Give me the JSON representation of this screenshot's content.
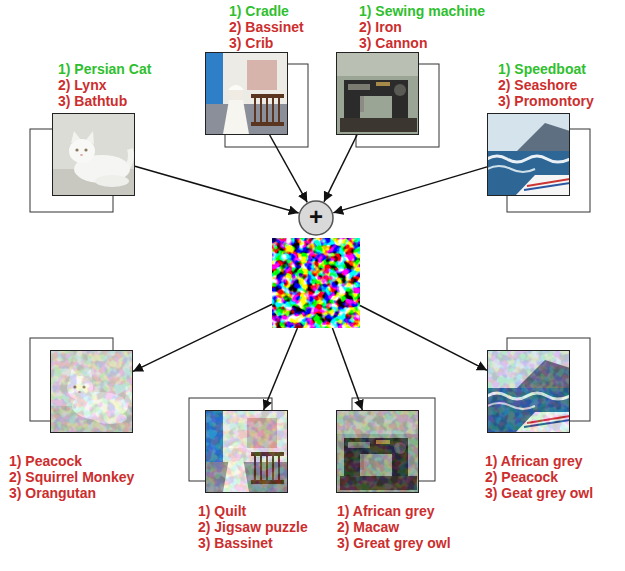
{
  "diagram": {
    "nodes": [
      {
        "text": [
          "1) Persian Cat",
          "2) Lynx",
          "3) Bathtub"
        ]
      },
      {
        "text": [
          "1) Cradle",
          "2) Bassinet",
          "3) Crib"
        ]
      },
      {
        "text": [
          "1) Sewing machine",
          "2) Iron",
          "3) Cannon"
        ]
      },
      {
        "text": [
          "1) Speedboat",
          "2) Seashore",
          "3) Promontory"
        ]
      },
      {
        "text": [
          "+"
        ]
      },
      {
        "text": []
      },
      {
        "text": [
          "1) Peacock",
          "2) Squirrel Monkey",
          "3) Orangutan"
        ]
      },
      {
        "text": [
          "1) Quilt",
          "2) Jigsaw puzzle",
          "3) Bassinet"
        ]
      },
      {
        "text": [
          "1) African grey",
          "2) Macaw",
          "3) Great grey owl"
        ]
      },
      {
        "text": [
          "1) African grey",
          "2) Peacock",
          "3) Geat grey owl"
        ]
      }
    ],
    "edges": [
      {
        "from": 0,
        "to": 4,
        "arrow": "to"
      },
      {
        "from": 1,
        "to": 4,
        "arrow": "to"
      },
      {
        "from": 2,
        "to": 4,
        "arrow": "to"
      },
      {
        "from": 3,
        "to": 4,
        "arrow": "to"
      },
      {
        "from": 5,
        "to": 6,
        "arrow": "to"
      },
      {
        "from": 5,
        "to": 7,
        "arrow": "to"
      },
      {
        "from": 5,
        "to": 8,
        "arrow": "to"
      },
      {
        "from": 5,
        "to": 9,
        "arrow": "to"
      }
    ]
  }
}
